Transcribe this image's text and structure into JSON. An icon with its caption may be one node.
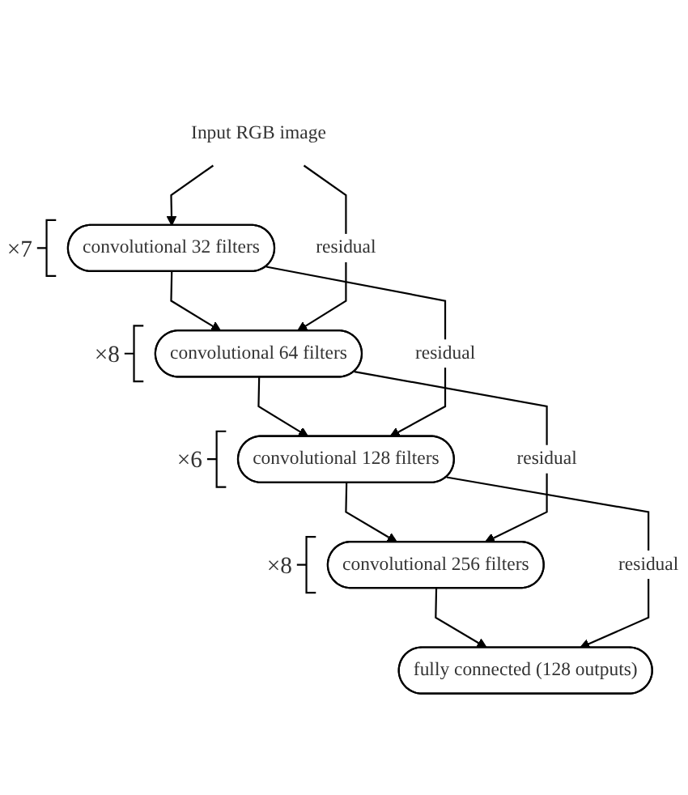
{
  "diagram": {
    "nodes": [
      {
        "text": [
          "Input RGB image"
        ]
      },
      {
        "text": [
          "convolutional 32 filters"
        ],
        "beside": [
          "×7"
        ]
      },
      {
        "text": [
          "convolutional 64 filters"
        ],
        "beside": [
          "×8"
        ]
      },
      {
        "text": [
          "convolutional 128 filters"
        ],
        "beside": [
          "×6"
        ]
      },
      {
        "text": [
          "convolutional 256 filters"
        ],
        "beside": [
          "×8"
        ]
      },
      {
        "text": [
          "fully connected (128 outputs)"
        ]
      }
    ],
    "edges": [
      {
        "from": 0,
        "to": 1,
        "arrow": "to"
      },
      {
        "from": 1,
        "to": 2,
        "arrow": "to"
      },
      {
        "from": 2,
        "to": 3,
        "arrow": "to"
      },
      {
        "from": 3,
        "to": 4,
        "arrow": "to"
      },
      {
        "from": 4,
        "to": 5,
        "arrow": "to"
      },
      {
        "from": 0,
        "to": 2,
        "arrow": "to",
        "label": "residual"
      },
      {
        "from": 1,
        "to": 3,
        "arrow": "to",
        "label": "residual"
      },
      {
        "from": 2,
        "to": 4,
        "arrow": "to",
        "label": "residual"
      },
      {
        "from": 3,
        "to": 5,
        "arrow": "to",
        "label": "residual"
      }
    ]
  }
}
